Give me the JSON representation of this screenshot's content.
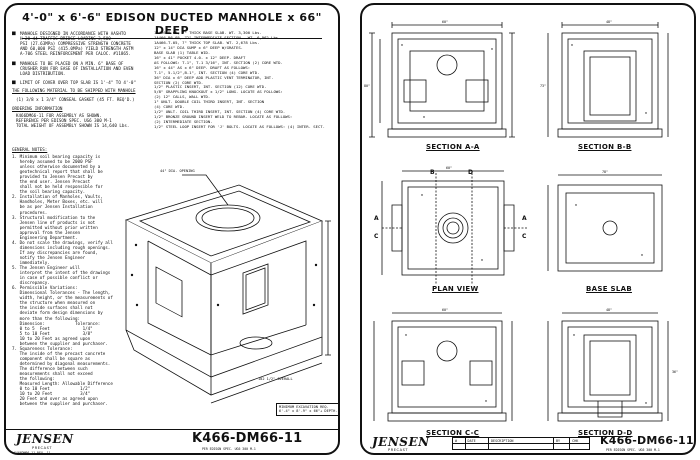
{
  "left_sheet": {
    "title": "4'-0\" x 6'-6\" EDISON DUCTED MANHOLE x 66\" DEEP",
    "notes_block_1": [
      "MANHOLE DESIGNED IN ACCORDANCE WITH AASHTO",
      "H-20-44 TRAFFIC BRIDGE LOADING 3,500",
      "PSI (27.63MPa) COMPRESSIVE STRENGTH CONCRETE",
      "AND 60,000 PSI (415.0MPa) YIELD STRENGTH ASTM",
      "A-706 STEEL REINFORCEMENT PER CALOC. #11865."
    ],
    "notes_block_2": [
      "MANHOLE TO BE PLACED ON A MIN. 6\" BASE OF",
      "CRUSHER RUN FOR EASE OF INSTALLATION AND EVEN",
      "LOAD DISTRIBUTION."
    ],
    "notes_block_3": "LIMIT OF COVER OVER TOP SLAB IS 1'-4\" TO 4'-0\"",
    "shipped_heading": "THE FOLLOWING MATERIAL TO BE SHIPPED WITH MANHOLE",
    "shipped_item": "(1) 3/8 x 1 3/4\" CONSEAL GASKET (45 FT. REQ'D.)",
    "ordering_heading": "ORDERING INFORMATION",
    "ordering_lines": [
      "K466DM66-11 FOR ASSEMBLY AS SHOWN.",
      "REFERENCE PER EDISON SPEC. UG6 300 M-1",
      "TOTAL WEIGHT OF ASSEMBLY SHOWN IS 14,640 Lbs."
    ],
    "parts_list": [
      "1A466-B-05, 7\" THICK BASE SLAB. WT. 3,300 Lbs.",
      "1A466-B6-05, 72\" INTERMEDIATE SECTION.  WT. 6,962 Lbs.",
      "1A466-T-05, 7\" THICK TOP SLAB. WT. 2,678 Lbs.",
      "12\" x 14\" DIA SUMP x 6\" DEEP W/GRATES.",
      "BASE SLAB (1) TABLE WID.",
      "16\" x 41\" POCKET 4.0. x 12\" DEEP. DRAFT",
      "AS FOLLOWS: T-1\", T-1 3/16\", INT. SECTION (2) CORE WTD.",
      "16\" x 44\" AS x 6\" DEEP. DRAFT AS FOLLOWS:",
      "T-1\", 5-1/2\",B-1\", INT. SECTION (4) CORE WTD.",
      "36\" DIA x 6\" DEEP ADD PLASTIC VENT TERMINATOR, INT.",
      "SECTION (2) CORE WTD.",
      "1/2\" PLASTIC INSERT, INT. SECTION (12) CORE WTD.",
      "5/8\" GRAPPLING KNOCKOUT x 1/2\" LONG. LOCATE AS FOLLOWS:",
      "(2) 12\" CALLS, WALL WTD.",
      "1\" UNLT. DOUBLE COIL THIRD INSERT, INT. SECTION",
      "(4) CORE WTD.",
      "1/2\" UNLT. COIL THIRD INSERT, INT. SECTION (4) CORE WTD.",
      "1/2\" BRONZE GROUND INSERT WELD TO REBAR. LOCATE AS FOLLOWS:",
      "(2) INTERMEDIATE SECTION.",
      "1/2\" STEEL LOOP INSERT FOR 'J' BOLTS. LOCATE AS FOLLOWS: (4) INTER. SECT."
    ],
    "general_notes_heading": "GENERAL NOTES:",
    "general_notes": [
      "1. Minimum soil bearing capacity is",
      "   hereby assumed to be 2000 PSF",
      "   unless otherwise documented by a",
      "   geotechnical report that shall be",
      "   provided to Jensen Precast by",
      "   the end user. Jensen Precast",
      "   shall not be held responsible for",
      "   the soil bearing capacity.",
      "2. Installation of Manholes, Vaults,",
      "   Handholes, Meter Boxes, etc. will",
      "   be as per Jensen Installation",
      "   procedures.",
      "3. Structural modification to the",
      "   Jensen line of products is not",
      "   permitted without prior written",
      "   approval from the Jensen",
      "   Engineering Department.",
      "4. Do not scale the drawings, verify all",
      "   dimensions including rough openings.",
      "   If any discrepancies are found,",
      "   notify the Jensen Engineer",
      "   immediately.",
      "5. The Jensen Engineer will",
      "   interpret the intent of the drawings",
      "   in case of possible conflict or",
      "   discrepancy.",
      "6. Permissible Variations:",
      "   Dimensional Tolerances - The length,",
      "   width, height, or the measurements of",
      "   the structure when measured on",
      "   the inside surfaces shall not",
      "   deviate form design dimensions by",
      "   more than the following:",
      "   Dimension:            Tolerance:",
      "   0 to 5  Feet             1/4\"",
      "   5 to 10 Feet             3/8\"",
      "   10 to 20 Feet as agreed upon",
      "   between the supplier and purchaser.",
      "7. Squareness Tolerance:",
      "   The inside of the precast concrete",
      "   component shall be square as",
      "   determined by diagonal measurements.",
      "   The difference between such",
      "   measurements shall not exceed",
      "   the following:",
      "   Measured Length: Allowable Difference",
      "   0 to 10 Feet            1/2\"",
      "   10 to 20 Feet           3/4\"",
      "   20 Feet and over as agreed upon",
      "   between the supplier and purchaser."
    ],
    "callout_top": "44\" DIA. OPENING",
    "callout_box": [
      "MINIMUM EXCAVATION REQ.",
      "6'-4\" x 8'-9\" x 66\"+ DEPTH."
    ],
    "overall_dim": "102 1/2\" OVERALL",
    "logo": "JENSEN",
    "logo_sub": "PRECAST",
    "footer_left": "K466DM66-11   REV. 11",
    "drawing_number": "K466-DM66-11",
    "drawing_subtitle": "PER EDISON SPEC. UG6 300 M-1"
  },
  "right_sheet": {
    "sections": [
      "SECTION A-A",
      "SECTION B-B",
      "PLAN VIEW",
      "BASE SLAB",
      "SECTION C-C",
      "SECTION D-D"
    ],
    "plan_letters": {
      "a": "A",
      "b": "B",
      "c": "C",
      "d": "D"
    },
    "dims": [
      "60\"",
      "80\"",
      "48\"",
      "73\"",
      "14\"",
      "32\"",
      "12\"",
      "78\"",
      "60\"",
      "36\""
    ],
    "logo": "JENSEN",
    "logo_sub": "PRECAST",
    "rev_headers": [
      "#",
      "DATE",
      "DESCRIPTION",
      "BY",
      "CHK"
    ],
    "drawing_number": "K466-DM66-11",
    "drawing_subtitle": "PER EDISON SPEC. UG6 300 M-1"
  }
}
